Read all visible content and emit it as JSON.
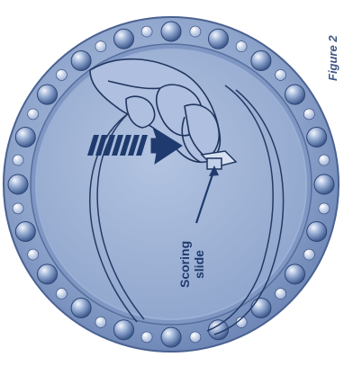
{
  "figure_label": "Figure 2",
  "callout": {
    "line1": "Scoring",
    "line2": "slide"
  },
  "colors": {
    "plate": "#8ea4cb",
    "plate_dark": "#5d77a8",
    "ink": "#1f3a6e",
    "outline": "#2b3f63",
    "pearl": "#b6c6e2"
  },
  "icons": [
    "push-arrow-icon",
    "pointer-arrow-icon"
  ]
}
